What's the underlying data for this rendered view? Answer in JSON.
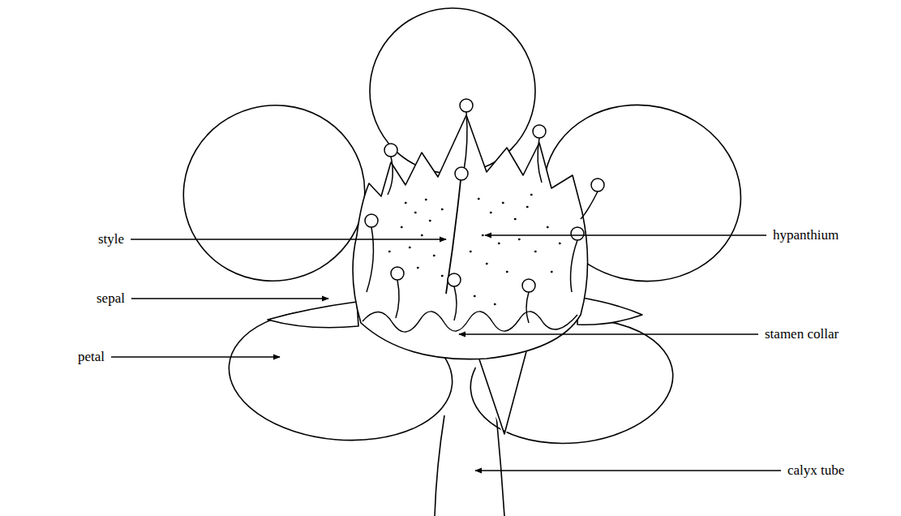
{
  "diagram": {
    "labels": [
      "style",
      "hypanthium",
      "sepal",
      "stamen collar",
      "petal",
      "calyx tube"
    ]
  }
}
